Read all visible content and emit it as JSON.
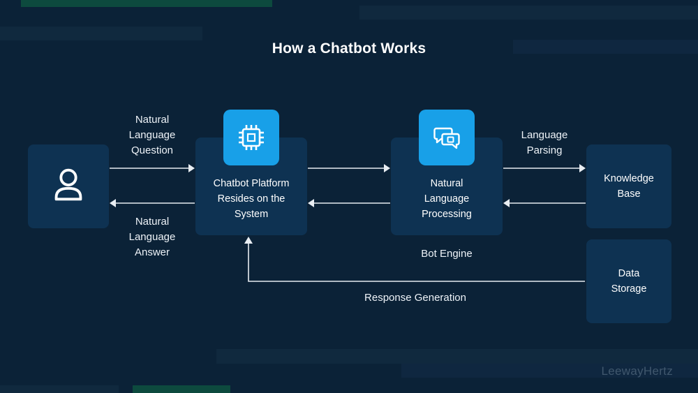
{
  "title": "How a Chatbot Works",
  "watermark": "LeewayHertz",
  "nodes": {
    "user": {
      "icon": "user-icon"
    },
    "chatbot": {
      "label": "Chatbot Platform Resides on the System",
      "icon": "cpu-chip-icon"
    },
    "nlp": {
      "label": "Natural Language Processing",
      "icon": "chat-bubbles-icon"
    },
    "knowledge_base": {
      "label": "Knowledge Base"
    },
    "data_storage": {
      "label": "Data Storage"
    }
  },
  "labels": {
    "question": "Natural Language Question",
    "answer": "Natural Language Answer",
    "parsing": "Language Parsing",
    "bot_engine": "Bot Engine",
    "response_generation": "Response Generation"
  },
  "colors": {
    "background": "#0b2237",
    "node_fill": "#0e3252",
    "accent_blue": "#18a0e8",
    "teal_bar": "#0d4a3e",
    "arrow": "#e8edf2",
    "text": "#ffffff"
  }
}
